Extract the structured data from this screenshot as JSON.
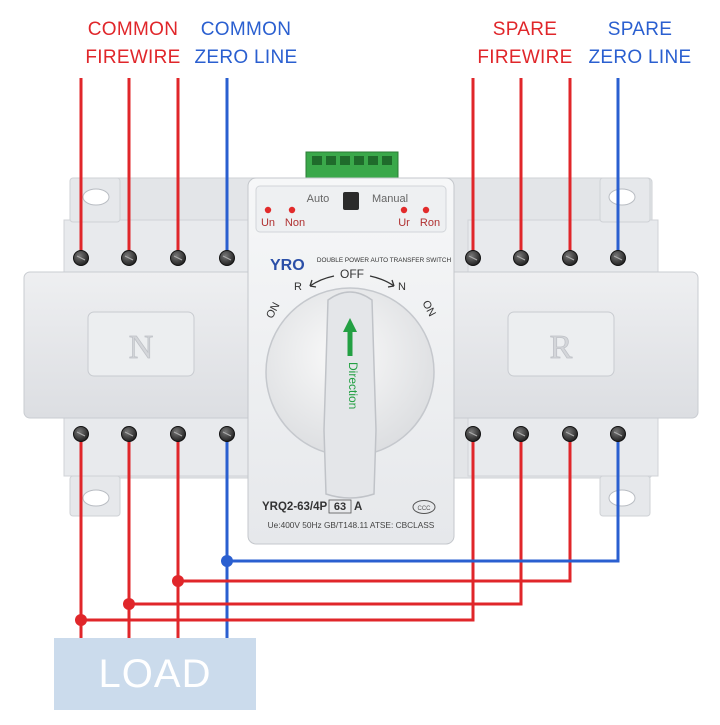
{
  "labels": {
    "common_fire": [
      "COMMON",
      "FIREWIRE"
    ],
    "common_zero": [
      "COMMON",
      "ZERO LINE"
    ],
    "spare_fire": [
      "SPARE",
      "FIREWIRE"
    ],
    "spare_zero": [
      "SPARE",
      "ZERO LINE"
    ]
  },
  "colors": {
    "fire": "#e0262a",
    "zero": "#2a5fd0",
    "load": "#cbdbec"
  },
  "device": {
    "brand": "YRO",
    "title": "DOUBLE POWER AUTO TRANSFER SWITCH",
    "model": "YRQ2-63/4P",
    "rating": "63",
    "rating_unit": "A",
    "spec": "Ue:400V  50Hz  GB/T148.11  ATSE: CBCLASS",
    "mode_auto": "Auto",
    "mode_manual": "Manual",
    "indicator_un": "Un",
    "indicator_non": "Non",
    "indicator_ur": "Ur",
    "indicator_ron": "Ron",
    "dial_off": "OFF",
    "dial_r": "R",
    "dial_n": "N",
    "dial_on": "ON",
    "direction": "Direction",
    "side_left": "N",
    "side_right": "R",
    "cert_mark": "CCC"
  },
  "load_label": "LOAD"
}
